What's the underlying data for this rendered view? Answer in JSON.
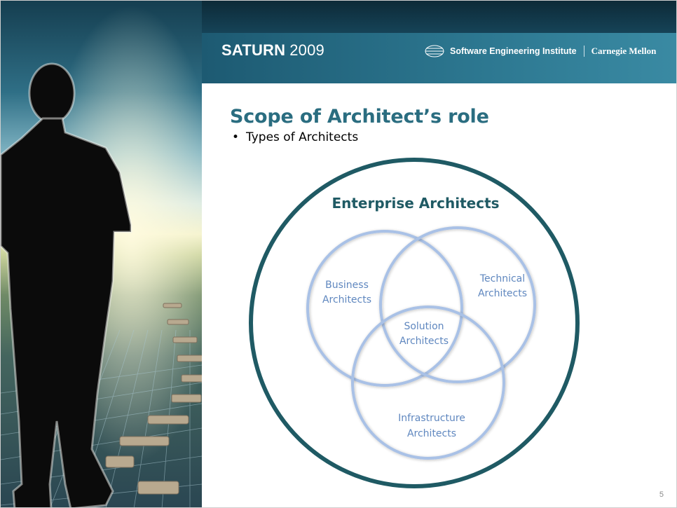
{
  "header": {
    "brand_name": "SATURN",
    "brand_year": "2009",
    "institute": "Software Engineering Institute",
    "university": "Carnegie Mellon"
  },
  "slide": {
    "title": "Scope of Architect’s role",
    "bullet": "Types of Architects",
    "bullet_marker": "•",
    "page_number": "5"
  },
  "diagram": {
    "outer_label": "Enterprise Architects",
    "sets": {
      "business": [
        "Business",
        "Architects"
      ],
      "technical": [
        "Technical",
        "Architects"
      ],
      "infrastructure": [
        "Infrastructure",
        "Architects"
      ],
      "solution": [
        "Solution",
        "Architects"
      ]
    },
    "colors": {
      "outer_ring": "#1f5a64",
      "inner_rings": "#a9c1e6",
      "inner_text": "#5f87bf",
      "title": "#2a6d80"
    }
  }
}
